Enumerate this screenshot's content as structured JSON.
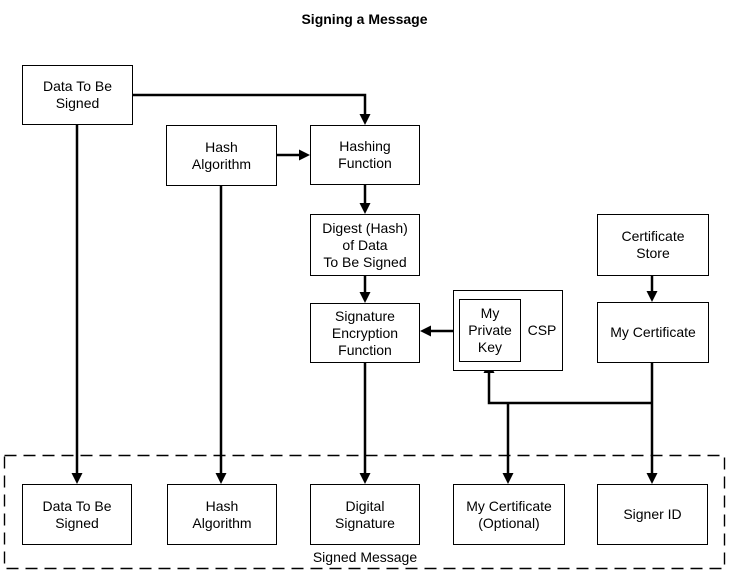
{
  "title": "Signing a Message",
  "nodes": {
    "data_to_be_signed_top": "Data To Be\nSigned",
    "hash_algorithm_top": "Hash\nAlgorithm",
    "hashing_function": "Hashing\nFunction",
    "digest_of_data": "Digest (Hash)\nof Data\nTo Be Signed",
    "signature_encryption_function": "Signature\nEncryption\nFunction",
    "my_private_key": "My\nPrivate\nKey",
    "csp": "CSP",
    "certificate_store": "Certificate\nStore",
    "my_certificate": "My Certificate",
    "data_to_be_signed_bottom": "Data To Be\nSigned",
    "hash_algorithm_bottom": "Hash\nAlgorithm",
    "digital_signature": "Digital\nSignature",
    "my_certificate_optional": "My Certificate\n(Optional)",
    "signer_id": "Signer ID"
  },
  "signed_message": {
    "label": "Signed Message"
  },
  "colors": {
    "line": "#000000",
    "text": "#000000",
    "background": "#ffffff"
  }
}
